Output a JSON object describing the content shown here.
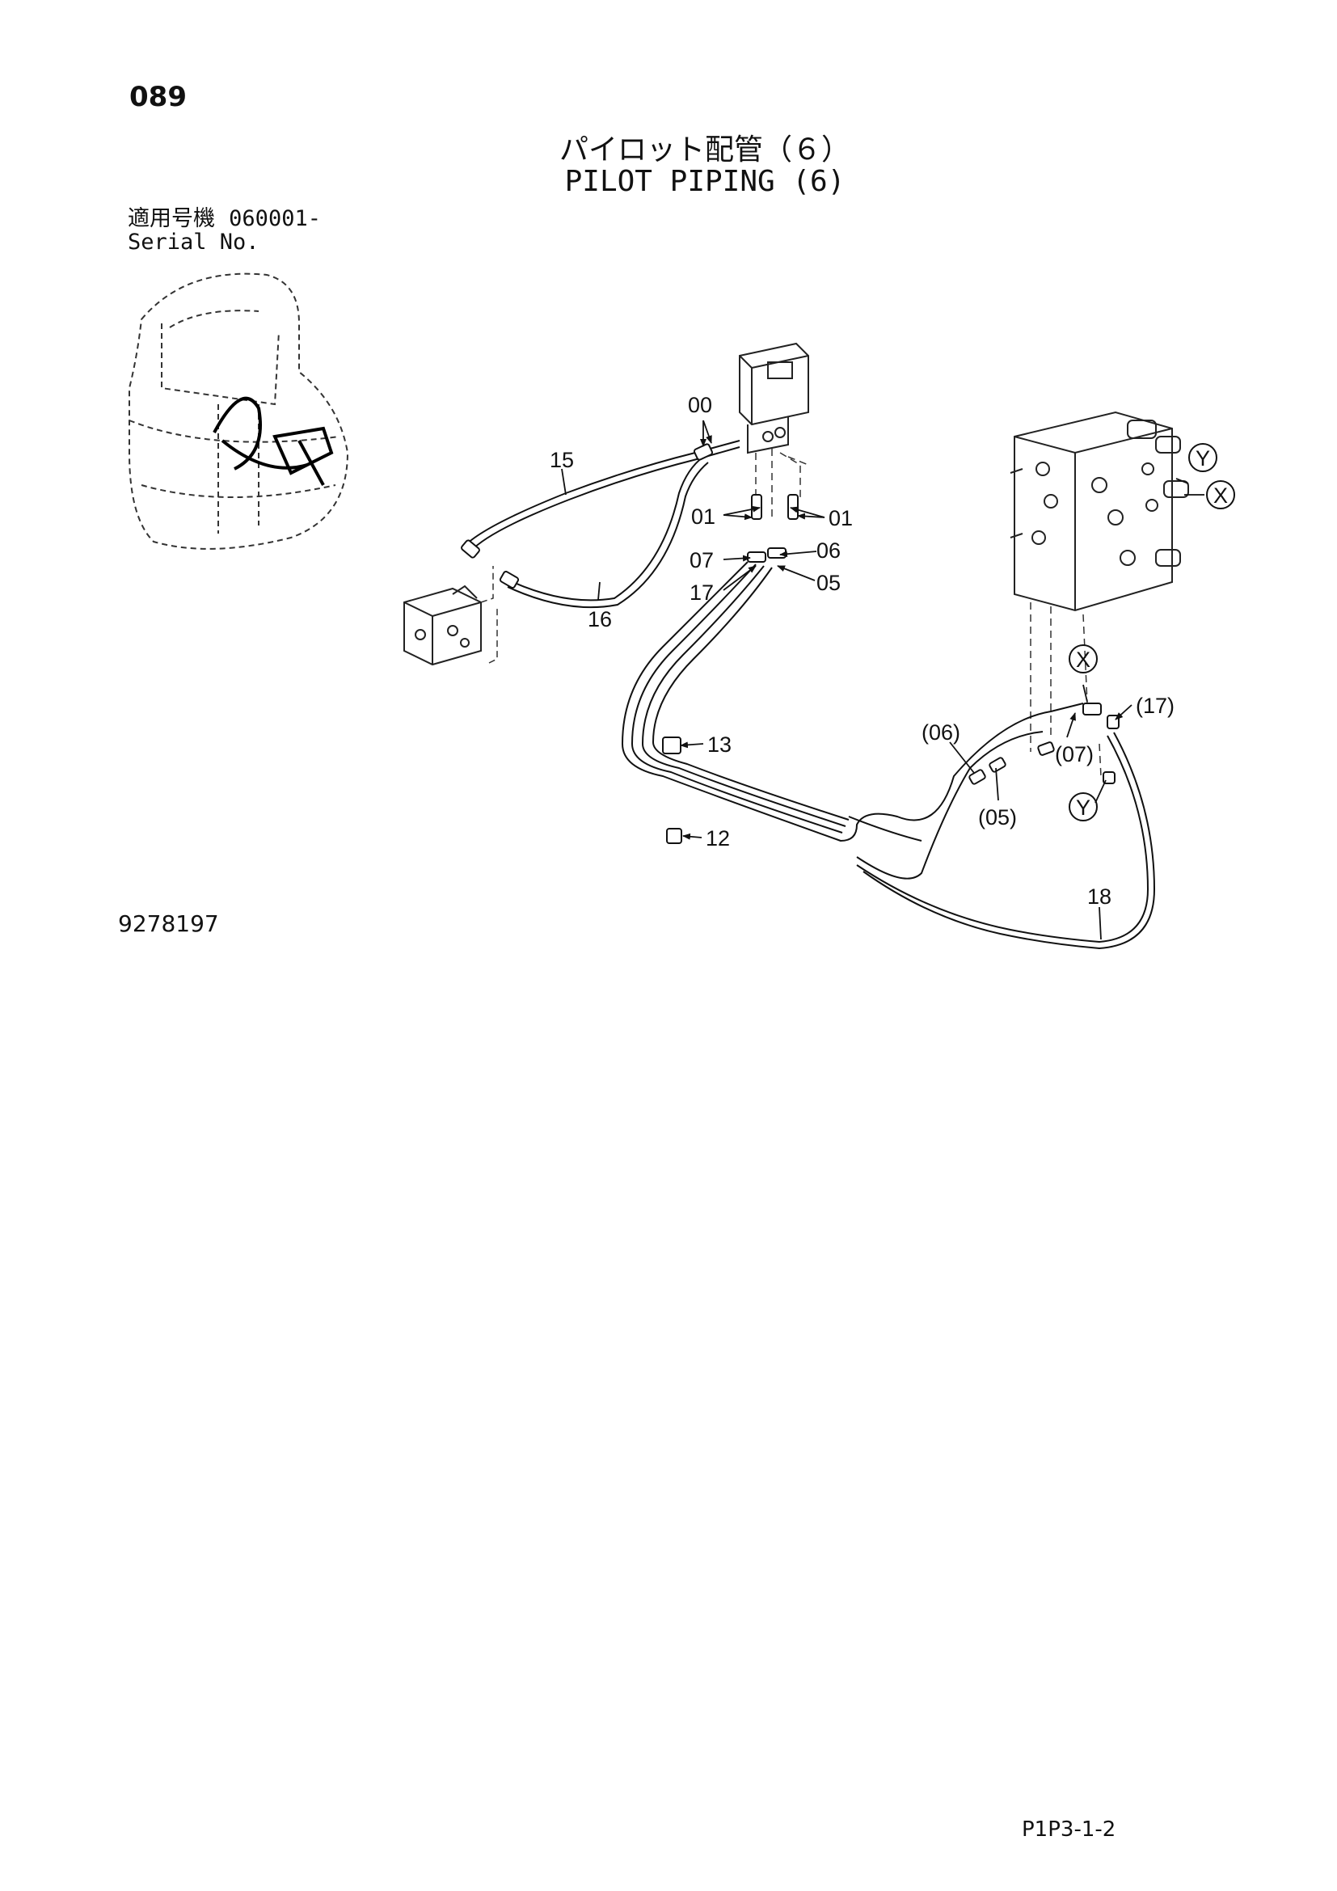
{
  "page": {
    "number": "089",
    "title_jp": "パイロット配管（６）",
    "title_en": "PILOT PIPING (6)",
    "serial_label_jp": "適用号機",
    "serial_value": "060001-",
    "serial_label_en": "Serial No.",
    "drawing_number": "9278197",
    "sheet_code": "P1P3-1-2"
  },
  "callouts": {
    "c00": "00",
    "c01_left": "01",
    "c01_right": "01",
    "c15": "15",
    "c16": "16",
    "c07": "07",
    "c17": "17",
    "c06": "06",
    "c05": "05",
    "c13": "13",
    "c12": "12",
    "c18": "18",
    "c06_ref": "(06)",
    "c05_ref": "(05)",
    "c07_ref": "(07)",
    "c17_ref": "(17)"
  },
  "markers": {
    "x_top": "X",
    "y_top": "Y",
    "x_bottom": "X",
    "y_bottom": "Y"
  }
}
